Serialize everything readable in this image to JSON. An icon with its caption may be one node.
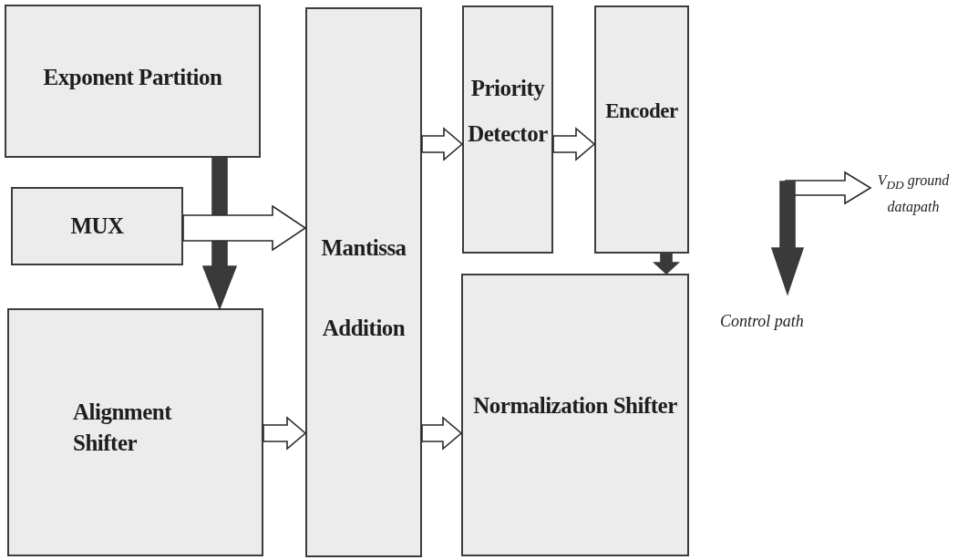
{
  "diagram": {
    "nodes": [
      {
        "text": [
          "Exponent Partition"
        ]
      },
      {
        "text": [
          "MUX"
        ]
      },
      {
        "text": [
          "Mantissa Addition"
        ]
      },
      {
        "text": [
          "Priority Detector"
        ]
      },
      {
        "text": [
          "Encoder"
        ]
      },
      {
        "text": [
          "Alignment Shifter"
        ]
      },
      {
        "text": [
          "Normalization Shifter"
        ]
      }
    ],
    "edges": [
      {
        "from": 0,
        "to": 5,
        "arrow": "to",
        "style": "thick",
        "color": "#3a3a3a"
      },
      {
        "from": 1,
        "to": 2,
        "arrow": "to"
      },
      {
        "from": 2,
        "to": 3,
        "arrow": "to"
      },
      {
        "from": 3,
        "to": 4,
        "arrow": "to"
      },
      {
        "from": 4,
        "to": 6,
        "arrow": "to",
        "style": "thick",
        "color": "#3a3a3a"
      },
      {
        "from": 5,
        "to": 2,
        "arrow": "to"
      },
      {
        "from": 2,
        "to": 6,
        "arrow": "to"
      }
    ],
    "legend": [
      {
        "text": "V$_{DD}$ ground datapath"
      },
      {
        "text": "Control path"
      }
    ]
  }
}
